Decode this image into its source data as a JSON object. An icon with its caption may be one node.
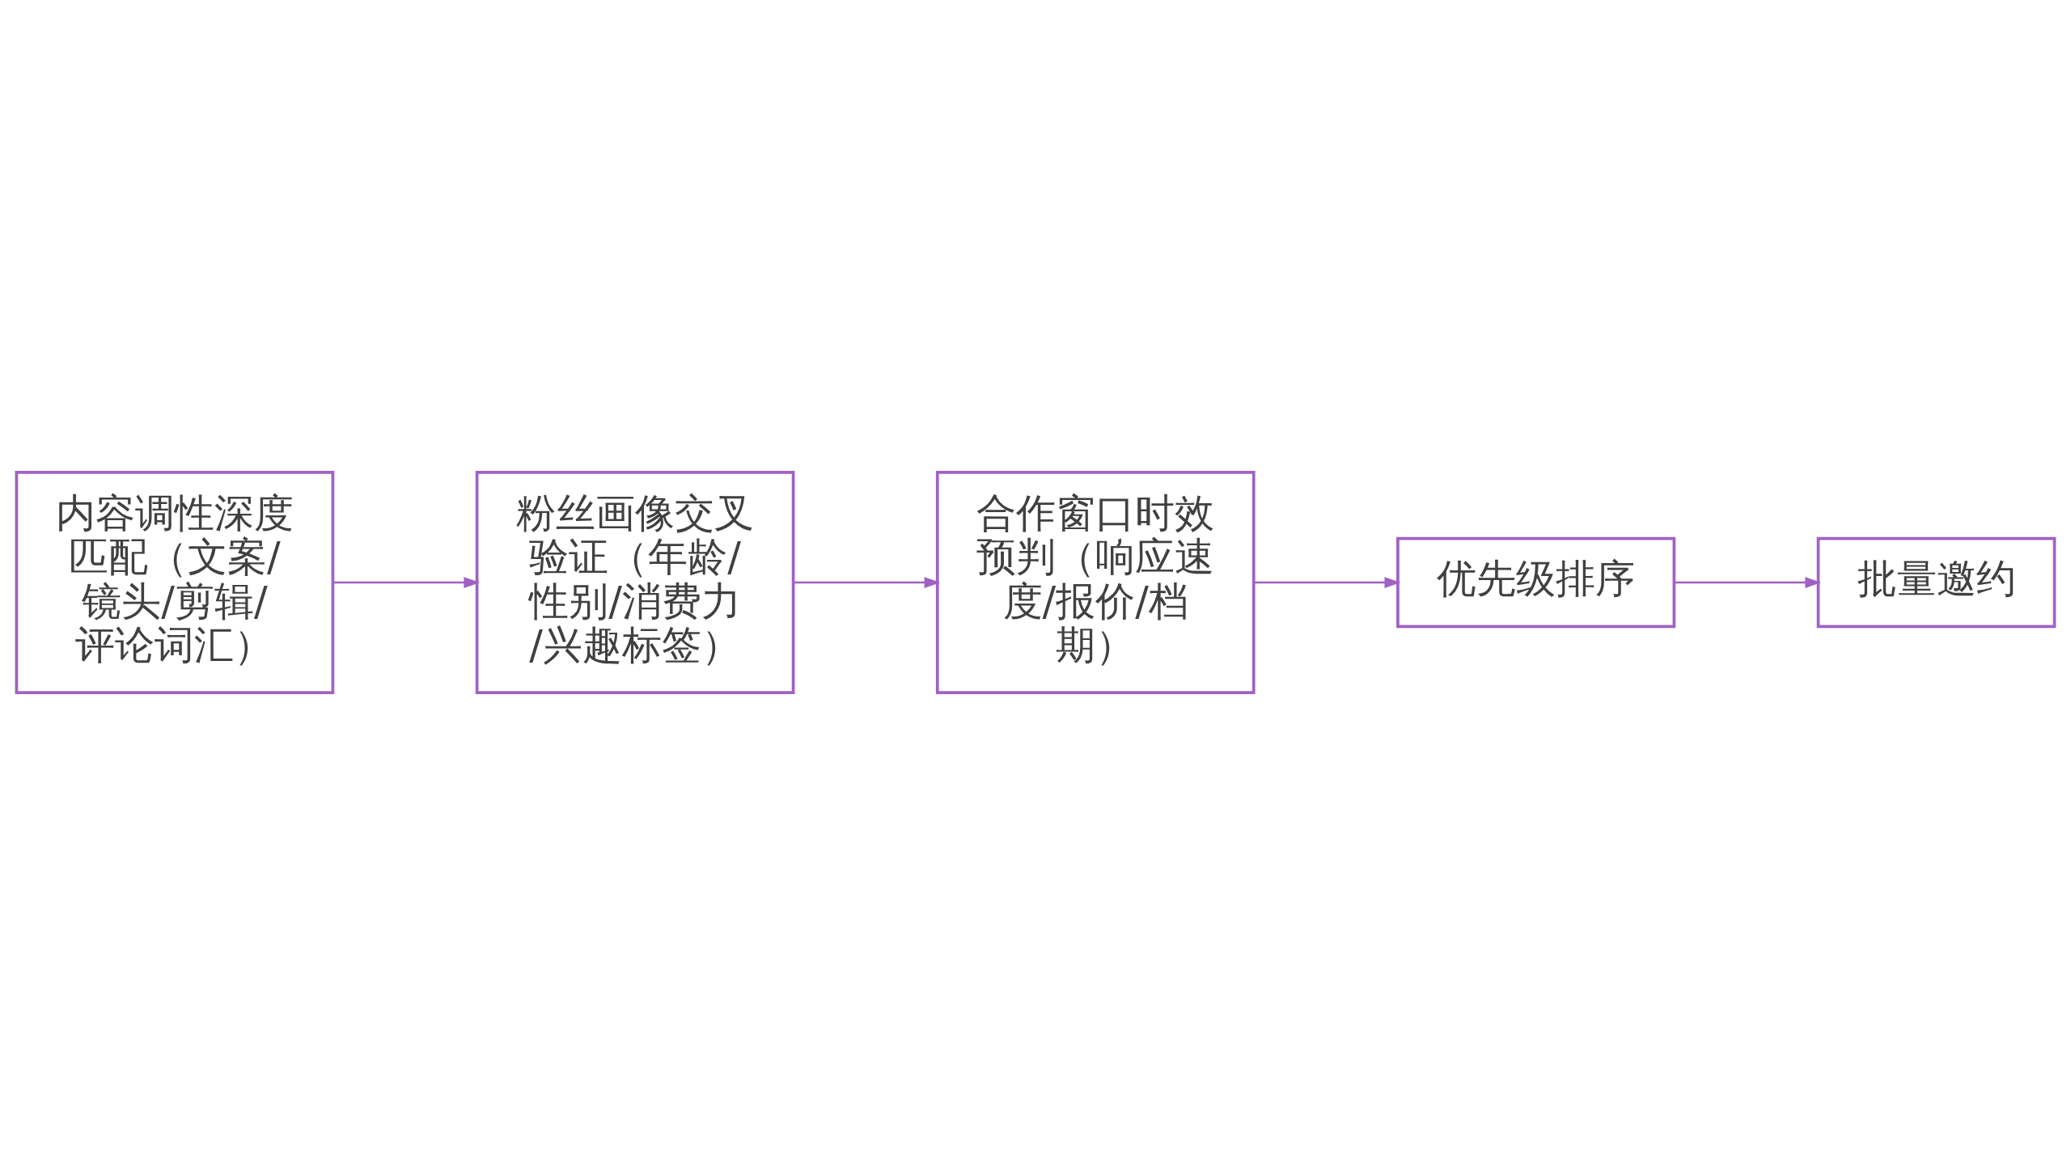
{
  "diagram": {
    "nodes": [
      {
        "text": [
          "内容调性深度匹配（文案/镜头/剪辑/评论词汇）"
        ]
      },
      {
        "text": [
          "粉丝画像交叉验证（年龄/性别/消费力/兴趣标签）"
        ]
      },
      {
        "text": [
          "合作窗口时效预判（响应速度/报价/档期）"
        ]
      },
      {
        "text": [
          "优先级排序"
        ]
      },
      {
        "text": [
          "批量邀约"
        ]
      }
    ],
    "edges": [
      {
        "from": 0,
        "to": 1,
        "arrow": "to"
      },
      {
        "from": 1,
        "to": 2,
        "arrow": "to"
      },
      {
        "from": 2,
        "to": 3,
        "arrow": "to"
      },
      {
        "from": 3,
        "to": 4,
        "arrow": "to"
      }
    ]
  }
}
